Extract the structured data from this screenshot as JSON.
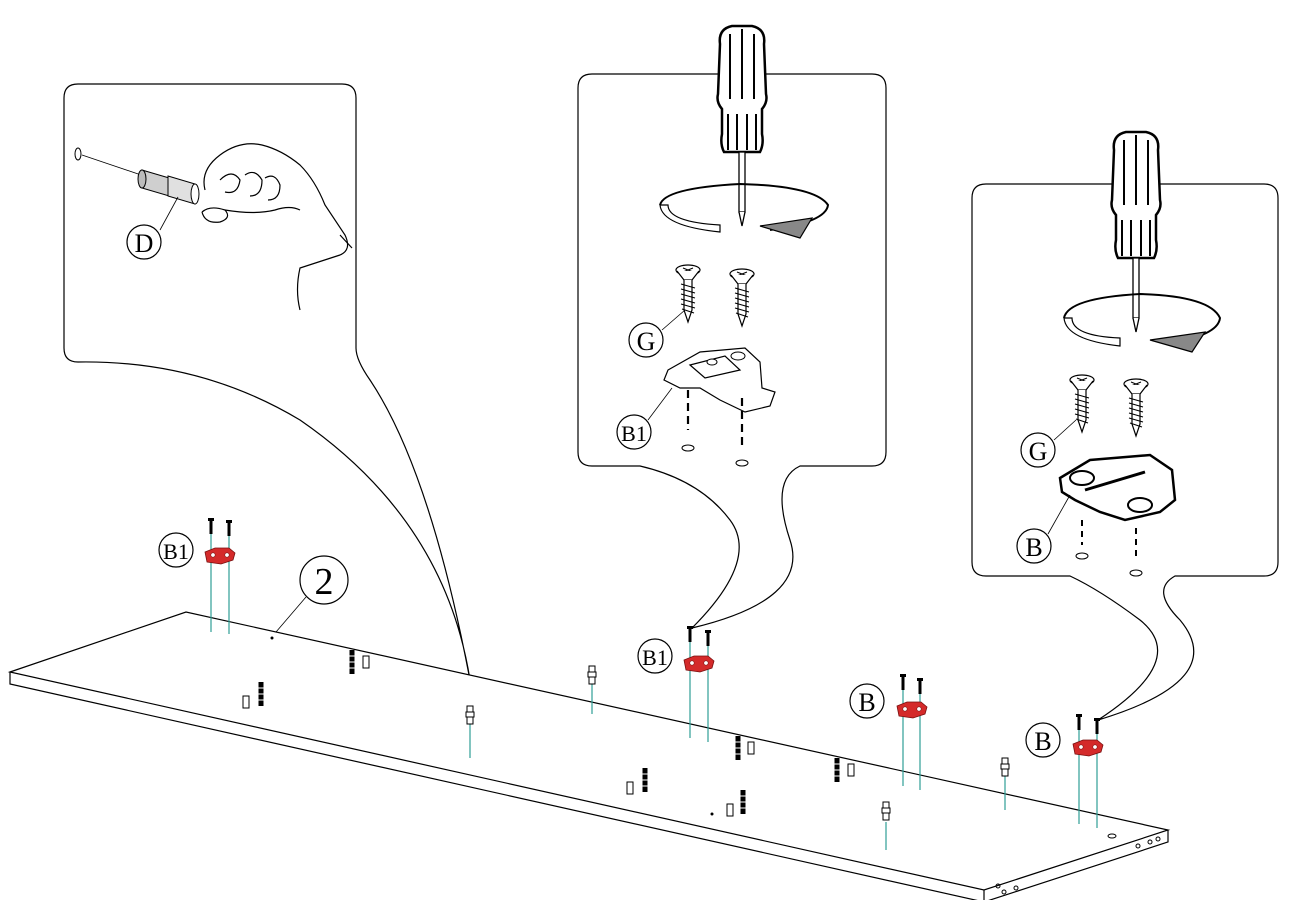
{
  "diagram": {
    "part_number": "2",
    "labels": {
      "dowel": "D",
      "screw": "G",
      "hinge_plate": "B",
      "hinge_plate_alt": "B1"
    },
    "colors": {
      "line": "#000000",
      "axis_guide": "#2e9e95",
      "hinge_plate_highlight": "#d42a2a",
      "arrow_fill": "#888888"
    }
  }
}
